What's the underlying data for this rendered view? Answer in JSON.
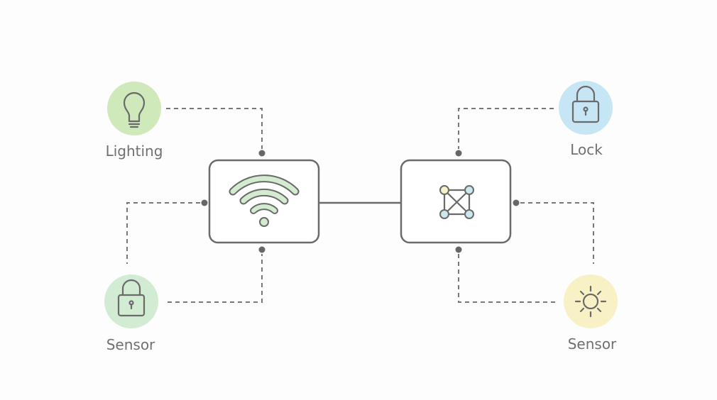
{
  "devices": {
    "top_left": {
      "label": "Lighting",
      "icon": "lightbulb-icon",
      "color": "#cfe9bb"
    },
    "top_right": {
      "label": "Lock",
      "icon": "lock-icon",
      "color": "#c7e6f5"
    },
    "bottom_left": {
      "label": "Sensor",
      "icon": "lock-icon",
      "color": "#d2ecd3"
    },
    "bottom_right": {
      "label": "Sensor",
      "icon": "sun-icon",
      "color": "#f8f1c6"
    }
  },
  "hubs": {
    "left": {
      "icon": "wifi-icon",
      "accent": "#d3ecd0"
    },
    "right": {
      "icon": "mesh-network-icon",
      "accent_nodes": "#c9e8ef",
      "accent_highlight": "#f6f2c9"
    }
  }
}
